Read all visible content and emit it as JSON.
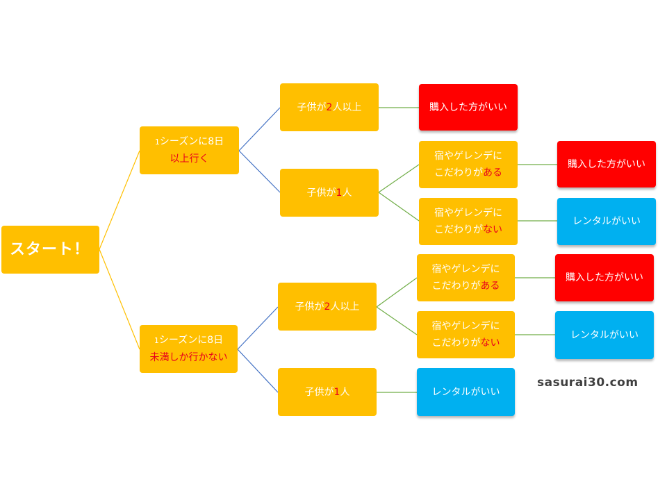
{
  "colors": {
    "question_box": "#ffbf00",
    "buy_box": "#ff0000",
    "rent_box": "#00b0f0",
    "highlight_text": "#e8001c",
    "line_level1": "#ffc000",
    "line_level2": "#4472c4",
    "line_level3": "#70ad47"
  },
  "diagram": {
    "start": {
      "label": "スタート！"
    },
    "branch_a": {
      "line1_num": "1",
      "line1_text": "シーズンに8日",
      "line2": "以上行く",
      "child_many": {
        "prefix": "子供が",
        "highlight": "2",
        "suffix": "人以上",
        "result": "購入した方がいい"
      },
      "child_one": {
        "prefix": "子供が",
        "highlight": "1",
        "suffix": "人",
        "cond_yes": {
          "line1": "宿やゲレンデに",
          "line2_prefix": "こだわりが",
          "line2_highlight": "ある",
          "result": "購入した方がいい"
        },
        "cond_no": {
          "line1": "宿やゲレンデに",
          "line2_prefix": "こだわりが",
          "line2_highlight": "ない",
          "result": "レンタルがいい"
        }
      }
    },
    "branch_b": {
      "line1_num": "1",
      "line1_text": "シーズンに8日",
      "line2": "未満しか行かない",
      "child_many": {
        "prefix": "子供が",
        "highlight": "2",
        "suffix": "人以上",
        "cond_yes": {
          "line1": "宿やゲレンデに",
          "line2_prefix": "こだわりが",
          "line2_highlight": "ある",
          "result": "購入した方がいい"
        },
        "cond_no": {
          "line1": "宿やゲレンデに",
          "line2_prefix": "こだわりが",
          "line2_highlight": "ない",
          "result": "レンタルがいい"
        }
      },
      "child_one": {
        "prefix": "子供が",
        "highlight": "1",
        "suffix": "人",
        "result": "レンタルがいい"
      }
    }
  },
  "watermark": "sasurai30.com"
}
